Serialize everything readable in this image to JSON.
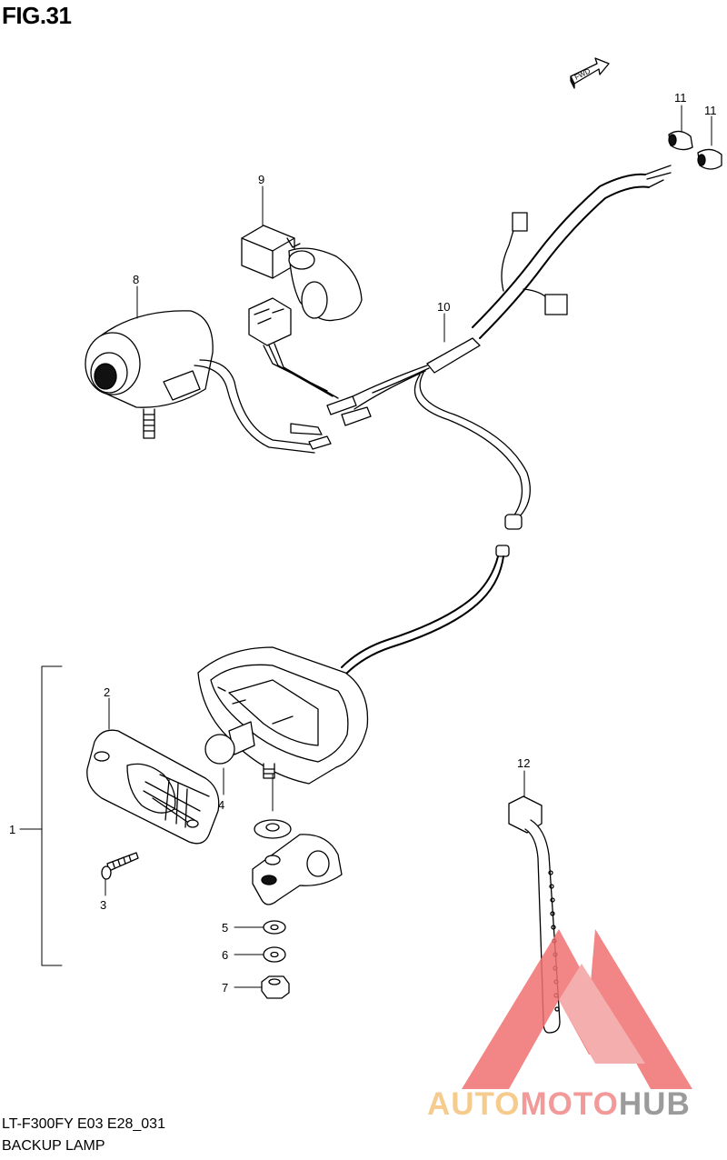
{
  "figure": {
    "title": "FIG.31",
    "model_code": "LT-F300FY E03 E28_031",
    "name": "BACKUP LAMP",
    "fwd_label": "FWD"
  },
  "callouts": [
    "1",
    "2",
    "3",
    "4",
    "5",
    "6",
    "7",
    "8",
    "9",
    "10",
    "11",
    "11",
    "12"
  ],
  "watermark": {
    "part1": "AUTO",
    "part2": "MOTO",
    "part3": "HUB",
    "colors": {
      "auto": "#f6cb8e",
      "moto": "#f29a9a",
      "hub": "#9b9b9b",
      "triangle": "#f07070"
    }
  }
}
